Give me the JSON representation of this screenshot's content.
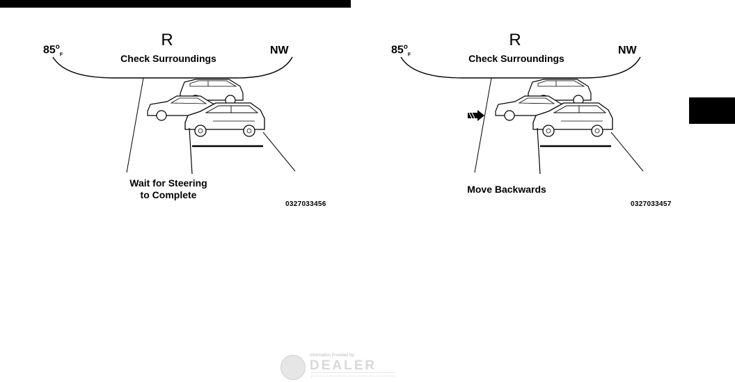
{
  "figures": [
    {
      "gear": "R",
      "status": "Check Surroundings",
      "temperature": "85",
      "temp_unit": "F",
      "heading": "NW",
      "caption_lines": [
        "Wait for Steering",
        "to Complete"
      ],
      "code": "0327033456",
      "has_arrow": false
    },
    {
      "gear": "R",
      "status": "Check Surroundings",
      "temperature": "85",
      "temp_unit": "F",
      "heading": "NW",
      "caption_lines": [
        "Move Backwards"
      ],
      "code": "0327033457",
      "has_arrow": true
    }
  ],
  "watermark": {
    "small_text": "Information Provided by:",
    "brand": "DEALER",
    "icon": "dealer-logo-icon"
  },
  "colors": {
    "ink": "#000000",
    "watermark": "#d8d8d8",
    "car_fill": "#ffffff"
  }
}
